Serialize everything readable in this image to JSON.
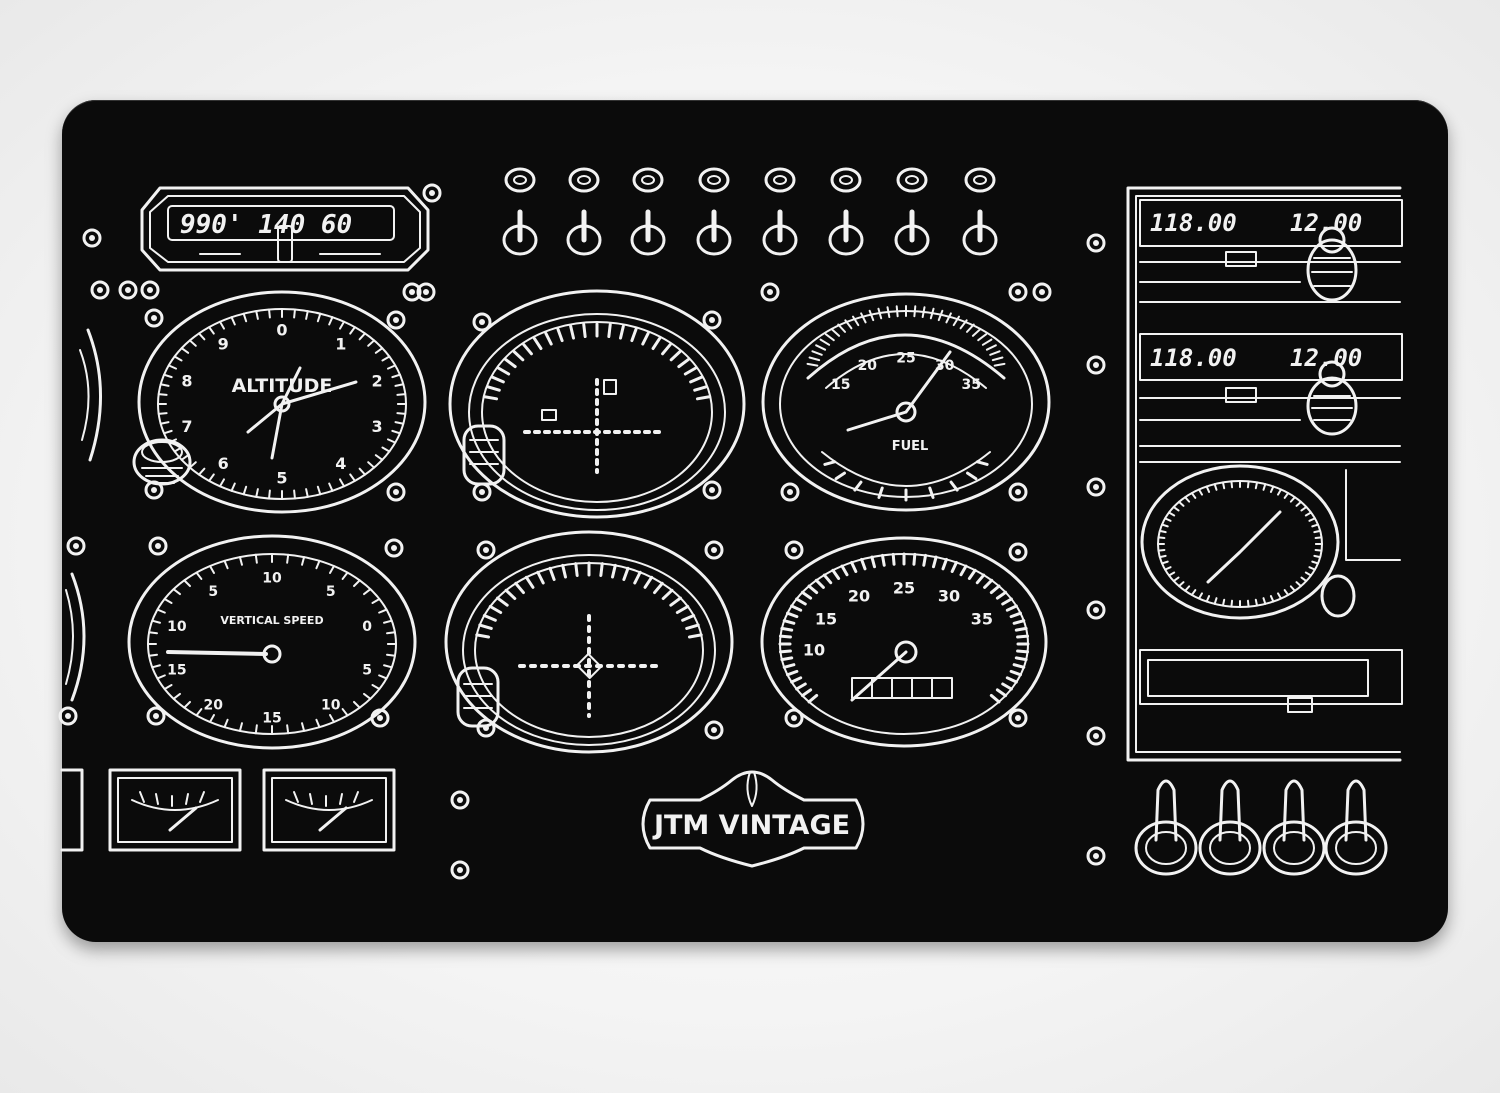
{
  "photo": {
    "subject": "etched metal aircraft instrument panel card",
    "colors": {
      "background": "#f2f2f2",
      "card": "#0b0b0b",
      "etching": "#f2f2f2"
    }
  },
  "transponder_display": "990' 140 60",
  "radio_stack": [
    {
      "active": "118.00",
      "standby": "12.00"
    },
    {
      "active": "118.00",
      "standby": "12.00"
    }
  ],
  "gauges": {
    "altimeter": {
      "label": "ALTITUDE",
      "numbers": [
        "0",
        "1",
        "2",
        "3",
        "4",
        "5",
        "6",
        "7",
        "8",
        "9"
      ]
    },
    "vertical_speed": {
      "label": "VERTICAL SPEED",
      "numbers": [
        "10",
        "5",
        "0",
        "5",
        "10",
        "15",
        "20",
        "15",
        "10",
        "5"
      ]
    },
    "tachometer": {
      "numbers": [
        "15",
        "20",
        "25",
        "30",
        "35"
      ]
    },
    "airspeed": {
      "numbers": [
        "10",
        "15",
        "20",
        "25",
        "30",
        "35"
      ]
    },
    "fuel": {
      "label": "FUEL"
    }
  },
  "brand": {
    "name": "JTM VINTAGE"
  },
  "icons": [
    "toggle-switch-icon",
    "knob-icon",
    "screw-icon",
    "gauge-icon",
    "brand-emblem-icon"
  ]
}
